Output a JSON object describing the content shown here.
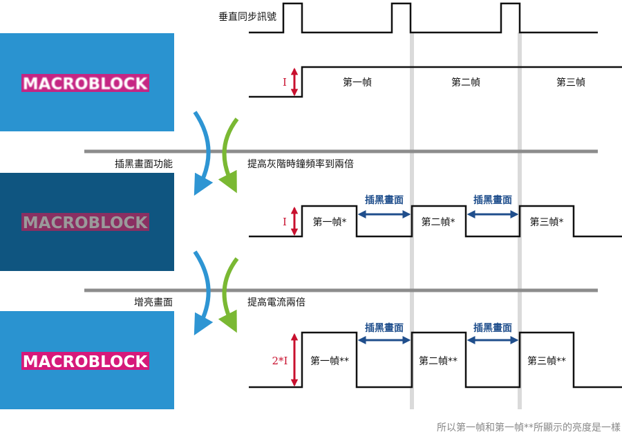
{
  "vsync_label": "垂直同步訊號",
  "current_symbol": "I",
  "double_current_symbol": "2*I",
  "logo_text": "MACROBLOCK",
  "row1": {
    "frames": [
      "第一幀",
      "第二幀",
      "第三幀"
    ]
  },
  "divider1": {
    "left": "插黑畫面功能",
    "right": "提高灰階時鐘頻率到兩倍"
  },
  "row2": {
    "frames": [
      "第一幀*",
      "第二幀*",
      "第三幀*"
    ],
    "gap_label": "插黑畫面"
  },
  "divider2": {
    "left": "增亮畫面",
    "right": "提高電流兩倍"
  },
  "row3": {
    "frames": [
      "第一幀**",
      "第二幀**",
      "第三幀**"
    ],
    "gap_label": "插黑畫面"
  },
  "footer_note": "所以第一幀和第一幀**所顯示的亮度是一樣",
  "colors": {
    "panel_blue": "#2a93d0",
    "panel_dark": "#0f5580",
    "logo_magenta": "#d6197a",
    "arrow_blue": "#1f4e8c",
    "arrow_red": "#c8102e",
    "curve_blue": "#2e95d3",
    "curve_green": "#7ab833"
  }
}
